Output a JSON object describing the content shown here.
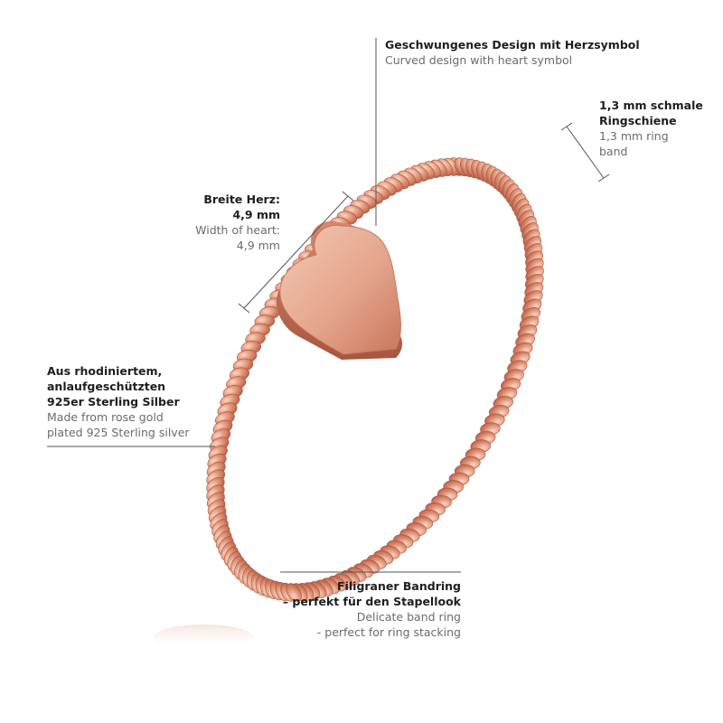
{
  "colors": {
    "ring_highlight": "#f6c7b2",
    "ring_mid": "#e2957a",
    "ring_shadow": "#b45e46",
    "heart_light": "#f1c4ae",
    "heart_dark": "#bf6e55",
    "line": "#555555",
    "text_de": "#1e1e1e",
    "text_en": "#6b6b6b"
  },
  "annotations": {
    "design": {
      "de": [
        "Geschwungenes Design mit Herzsymbol"
      ],
      "en": [
        "Curved design with heart symbol"
      ]
    },
    "band_width": {
      "de": [
        "1,3 mm schmale",
        "Ringschiene"
      ],
      "en": [
        "1,3 mm ring",
        "band"
      ]
    },
    "heart_width": {
      "de": [
        "Breite Herz:",
        "4,9 mm"
      ],
      "en": [
        "Width of heart:",
        "4,9 mm"
      ]
    },
    "material": {
      "de": [
        "Aus rhodiniertem,",
        "anlaufgeschützten",
        "925er Sterling Silber"
      ],
      "en": [
        "Made from rose gold",
        "plated 925 Sterling silver"
      ]
    },
    "stacking": {
      "de": [
        "Filigraner Bandring",
        "– perfekt für den Stapellook"
      ],
      "en": [
        "Delicate band ring",
        "- perfect for ring stacking"
      ]
    }
  }
}
